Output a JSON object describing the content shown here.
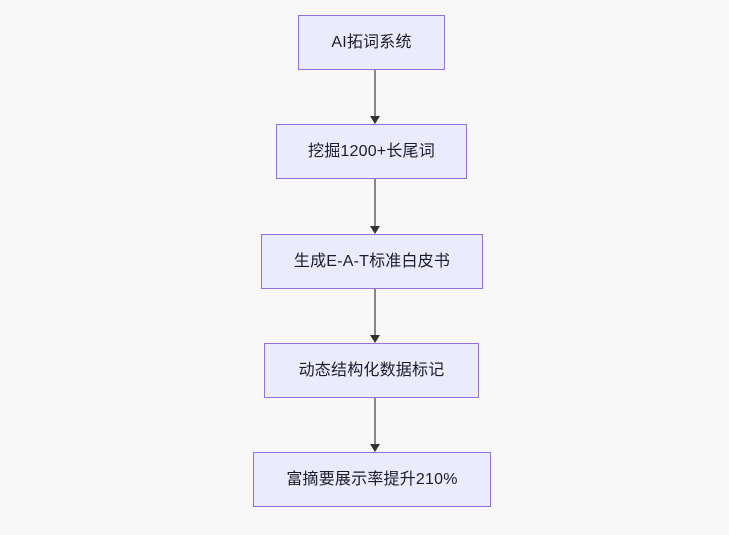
{
  "diagram": {
    "type": "flowchart",
    "orientation": "top-to-bottom",
    "background_color": "#f8f8f8",
    "node_fill_color": "#ecebfb",
    "node_border_color": "#9370db",
    "node_text_color": "#1b1b2b",
    "connector_line_color": "#888888",
    "connector_arrow_color": "#333333",
    "nodes": [
      {
        "id": "node-1",
        "label": "AI拓词系统"
      },
      {
        "id": "node-2",
        "label": "挖掘1200+长尾词"
      },
      {
        "id": "node-3",
        "label": "生成E-A-T标准白皮书"
      },
      {
        "id": "node-4",
        "label": "动态结构化数据标记"
      },
      {
        "id": "node-5",
        "label": "富摘要展示率提升210%"
      }
    ],
    "edges": [
      {
        "id": "edge-1",
        "from": "node-1",
        "to": "node-2",
        "label": ""
      },
      {
        "id": "edge-2",
        "from": "node-2",
        "to": "node-3",
        "label": ""
      },
      {
        "id": "edge-3",
        "from": "node-3",
        "to": "node-4",
        "label": ""
      },
      {
        "id": "edge-4",
        "from": "node-4",
        "to": "node-5",
        "label": ""
      }
    ]
  }
}
